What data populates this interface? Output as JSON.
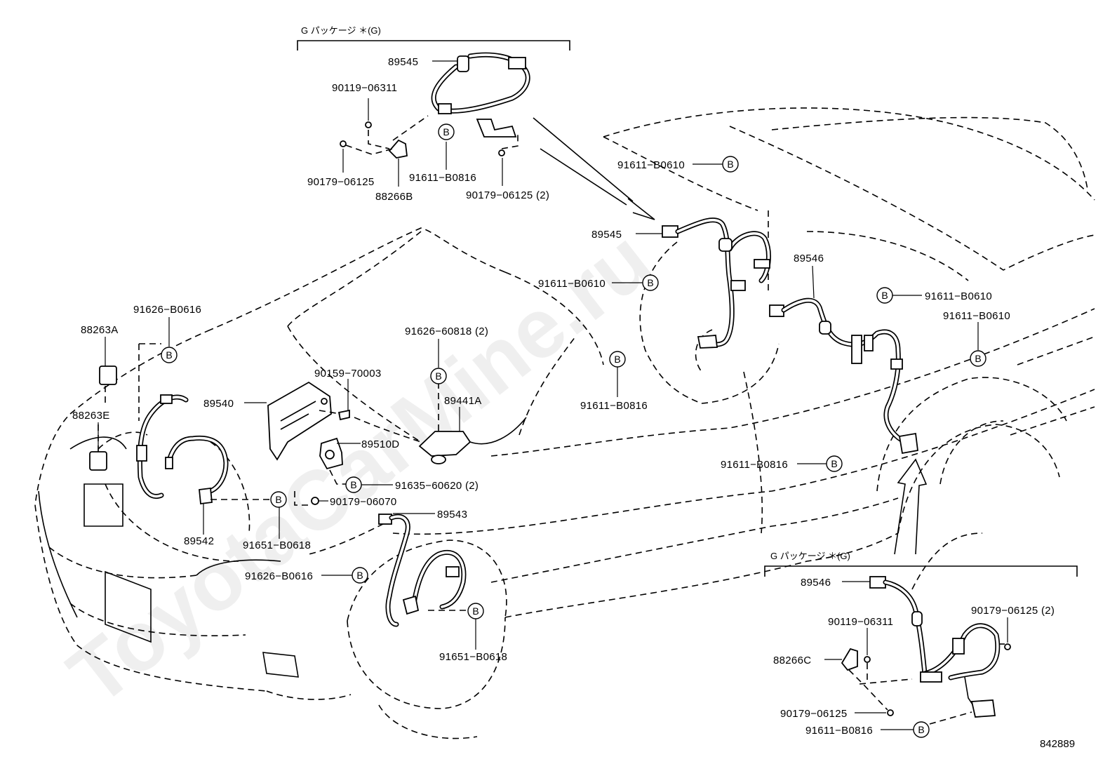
{
  "doc_number": "842889",
  "watermark": "ToyotaCarMine.ru",
  "bubble_letter": "B",
  "groups": {
    "top": "G パッケージ ＊(G)",
    "bottom_right": "G パッケージ ＊(G)"
  },
  "labels": {
    "p_89545_top": "89545",
    "p_90119_top": "90119−06311",
    "p_90179_top": "90179−06125",
    "p_88266B": "88266B",
    "p_91611_b0816_top": "91611−B0816",
    "p_90179_top2": "90179−06125 (2)",
    "p_91611_b0610_a": "91611−B0610",
    "p_89545_mid": "89545",
    "p_91611_b0610_b": "91611−B0610",
    "p_89546_mid": "89546",
    "p_91611_b0610_c": "91611−B0610",
    "p_91611_b0610_d": "91611−B0610",
    "p_91611_b0816_mid": "91611−B0816",
    "p_91611_b0816_rear": "91611−B0816",
    "p_91626_b0616_a": "91626−B0616",
    "p_88263A": "88263A",
    "p_88263E": "88263E",
    "p_91626_60818": "91626−60818 (2)",
    "p_90159": "90159−70003",
    "p_89540": "89540",
    "p_89441A": "89441A",
    "p_89510D": "89510D",
    "p_91635": "91635−60620 (2)",
    "p_90179_06070": "90179−06070",
    "p_89543": "89543",
    "p_89542": "89542",
    "p_91651_b0618_a": "91651−B0618",
    "p_91626_b0616_b": "91626−B0616",
    "p_91651_b0618_b": "91651−B0618",
    "p_89546_br": "89546",
    "p_90179_br": "90179−06125 (2)",
    "p_90119_br": "90119−06311",
    "p_88266C": "88266C",
    "p_90179_br2": "90179−06125",
    "p_91611_b0816_br": "91611−B0816"
  }
}
